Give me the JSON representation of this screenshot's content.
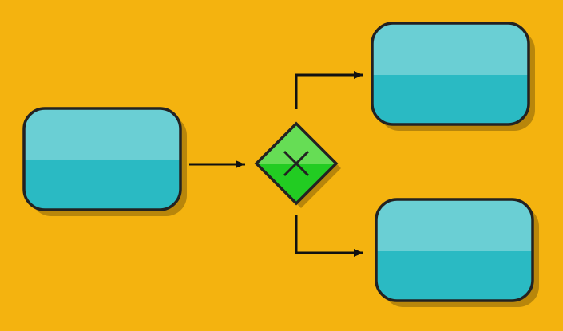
{
  "diagram": {
    "type": "bpmn-exclusive-gateway",
    "background_color": "#F4B30F",
    "task_fill_color": "#2ABAC3",
    "task_highlight_color": "#6ACFD4",
    "task_border_color": "#222222",
    "shadow_color": "#B8860B",
    "gateway_fill_color": "#22CC22",
    "gateway_highlight_color": "#66DD55",
    "gateway_marker": "x-icon",
    "connector_color": "#111111",
    "nodes": [
      {
        "id": "source-task",
        "kind": "task",
        "label": ""
      },
      {
        "id": "exclusive-gateway",
        "kind": "gateway",
        "label": ""
      },
      {
        "id": "target-task-upper",
        "kind": "task",
        "label": ""
      },
      {
        "id": "target-task-lower",
        "kind": "task",
        "label": ""
      }
    ],
    "edges": [
      {
        "from": "source-task",
        "to": "exclusive-gateway"
      },
      {
        "from": "exclusive-gateway",
        "to": "target-task-upper"
      },
      {
        "from": "exclusive-gateway",
        "to": "target-task-lower"
      }
    ]
  }
}
